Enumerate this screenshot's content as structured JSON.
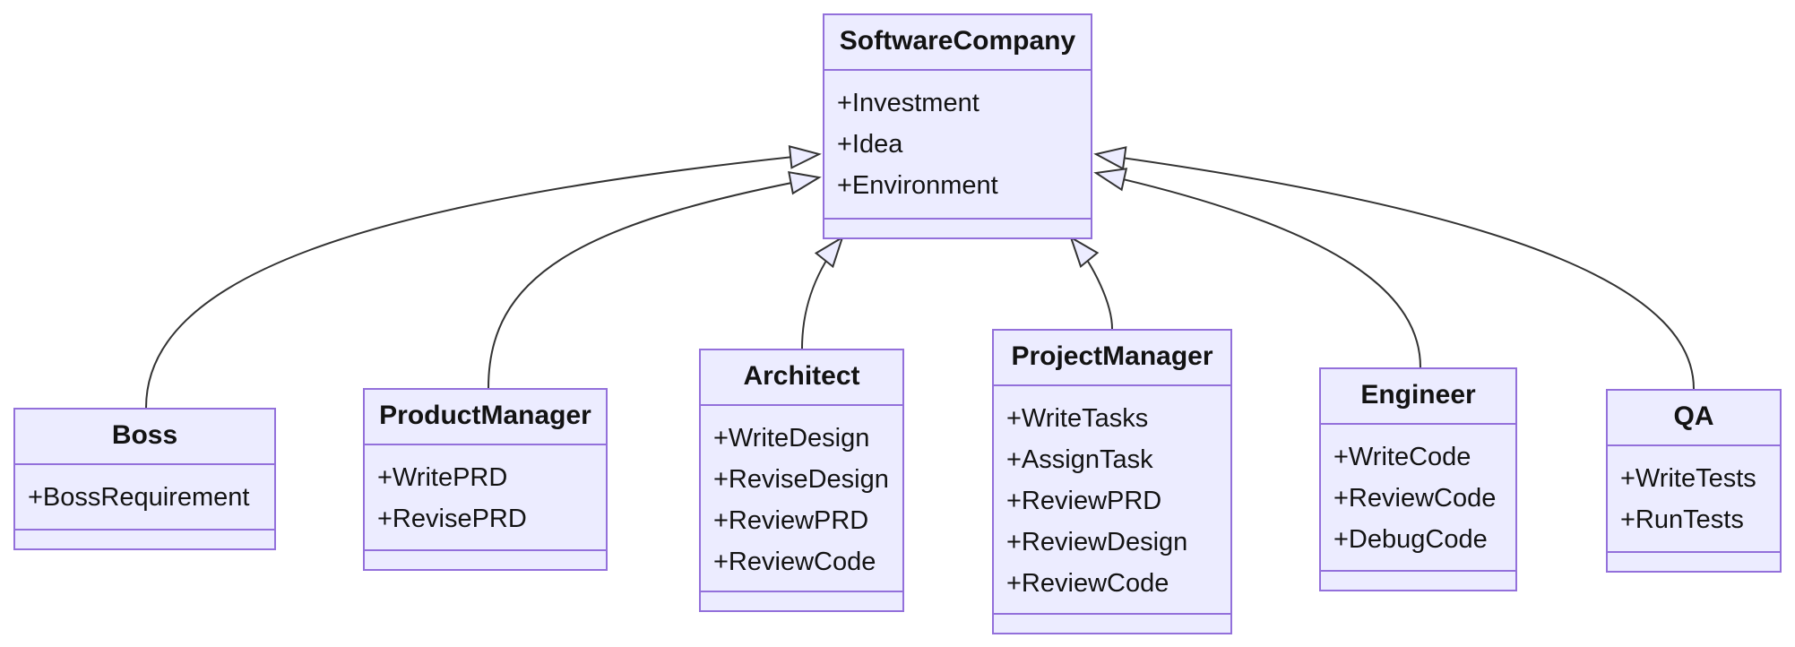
{
  "diagram": {
    "kind": "uml-class-diagram",
    "colors": {
      "box_fill": "#ECECFF",
      "box_border": "#9370DB",
      "edge_line": "#333333",
      "text": "#131313",
      "background": "#FFFFFF"
    },
    "classes": [
      {
        "id": "software-company",
        "name": "SoftwareCompany",
        "attributes": [
          "+Investment",
          "+Idea",
          "+Environment"
        ],
        "methods": []
      },
      {
        "id": "boss",
        "name": "Boss",
        "attributes": [
          "+BossRequirement"
        ],
        "methods": []
      },
      {
        "id": "product-manager",
        "name": "ProductManager",
        "attributes": [
          "+WritePRD",
          "+RevisePRD"
        ],
        "methods": []
      },
      {
        "id": "architect",
        "name": "Architect",
        "attributes": [
          "+WriteDesign",
          "+ReviseDesign",
          "+ReviewPRD",
          "+ReviewCode"
        ],
        "methods": []
      },
      {
        "id": "project-manager",
        "name": "ProjectManager",
        "attributes": [
          "+WriteTasks",
          "+AssignTask",
          "+ReviewPRD",
          "+ReviewDesign",
          "+ReviewCode"
        ],
        "methods": []
      },
      {
        "id": "engineer",
        "name": "Engineer",
        "attributes": [
          "+WriteCode",
          "+ReviewCode",
          "+DebugCode"
        ],
        "methods": []
      },
      {
        "id": "qa",
        "name": "QA",
        "attributes": [
          "+WriteTests",
          "+RunTests"
        ],
        "methods": []
      }
    ],
    "edges": [
      {
        "id": "boss",
        "from": "Boss",
        "to": "SoftwareCompany",
        "type": "inheritance"
      },
      {
        "id": "product-manager",
        "from": "ProductManager",
        "to": "SoftwareCompany",
        "type": "inheritance"
      },
      {
        "id": "architect",
        "from": "Architect",
        "to": "SoftwareCompany",
        "type": "inheritance"
      },
      {
        "id": "project-manager",
        "from": "ProjectManager",
        "to": "SoftwareCompany",
        "type": "inheritance"
      },
      {
        "id": "engineer",
        "from": "Engineer",
        "to": "SoftwareCompany",
        "type": "inheritance"
      },
      {
        "id": "qa",
        "from": "QA",
        "to": "SoftwareCompany",
        "type": "inheritance"
      }
    ]
  }
}
